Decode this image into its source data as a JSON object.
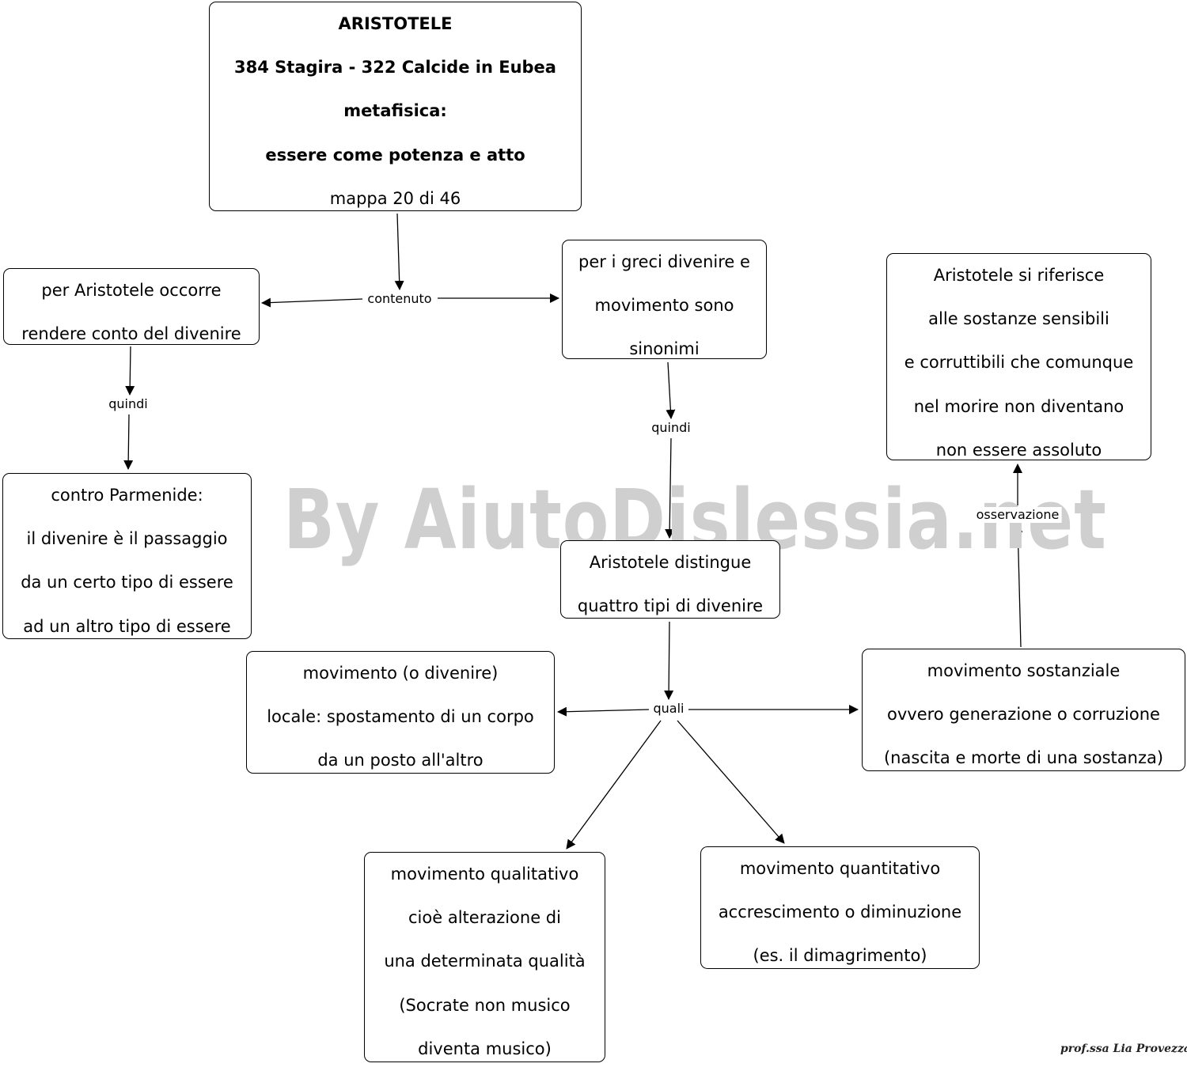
{
  "watermark": "By AiutoDislessia.net",
  "signature": "prof.ssa Lia Provezza",
  "nodes": {
    "title": {
      "lines": [
        "ARISTOTELE",
        "384 Stagira - 322 Calcide in Eubea",
        "metafisica:",
        "essere come potenza e atto"
      ],
      "footer": "mappa 20 di 46"
    },
    "left_intro": {
      "lines": [
        "per Aristotele occorre",
        "rendere conto del divenire"
      ]
    },
    "greeks": {
      "lines": [
        "per i greci divenire e",
        "movimento sono",
        "sinonimi"
      ]
    },
    "sensibili": {
      "lines": [
        "Aristotele si riferisce",
        "alle sostanze sensibili",
        "e corruttibili che comunque",
        "nel morire non diventano",
        "non essere assoluto"
      ]
    },
    "parmenide": {
      "lines": [
        "contro Parmenide:",
        "il divenire è il passaggio",
        "da un certo tipo di essere",
        "ad un altro tipo di essere"
      ]
    },
    "distingue": {
      "lines": [
        "Aristotele distingue",
        "quattro tipi di divenire"
      ]
    },
    "locale": {
      "lines": [
        "movimento (o divenire)",
        "locale: spostamento di un corpo",
        "da un posto all'altro"
      ]
    },
    "sostanziale": {
      "lines": [
        "movimento sostanziale",
        "ovvero generazione o corruzione",
        "(nascita e morte di una sostanza)"
      ]
    },
    "qualitativo": {
      "lines": [
        "movimento qualitativo",
        "cioè alterazione di",
        "una determinata qualità",
        "(Socrate non musico",
        "diventa musico)"
      ]
    },
    "quantitativo": {
      "lines": [
        "movimento quantitativo",
        "accrescimento o diminuzione",
        "(es. il dimagrimento)"
      ]
    }
  },
  "links": {
    "contenuto": "contenuto",
    "quindi_left": "quindi",
    "quindi_right": "quindi",
    "osservazione": "osservazione",
    "quali": "quali"
  }
}
